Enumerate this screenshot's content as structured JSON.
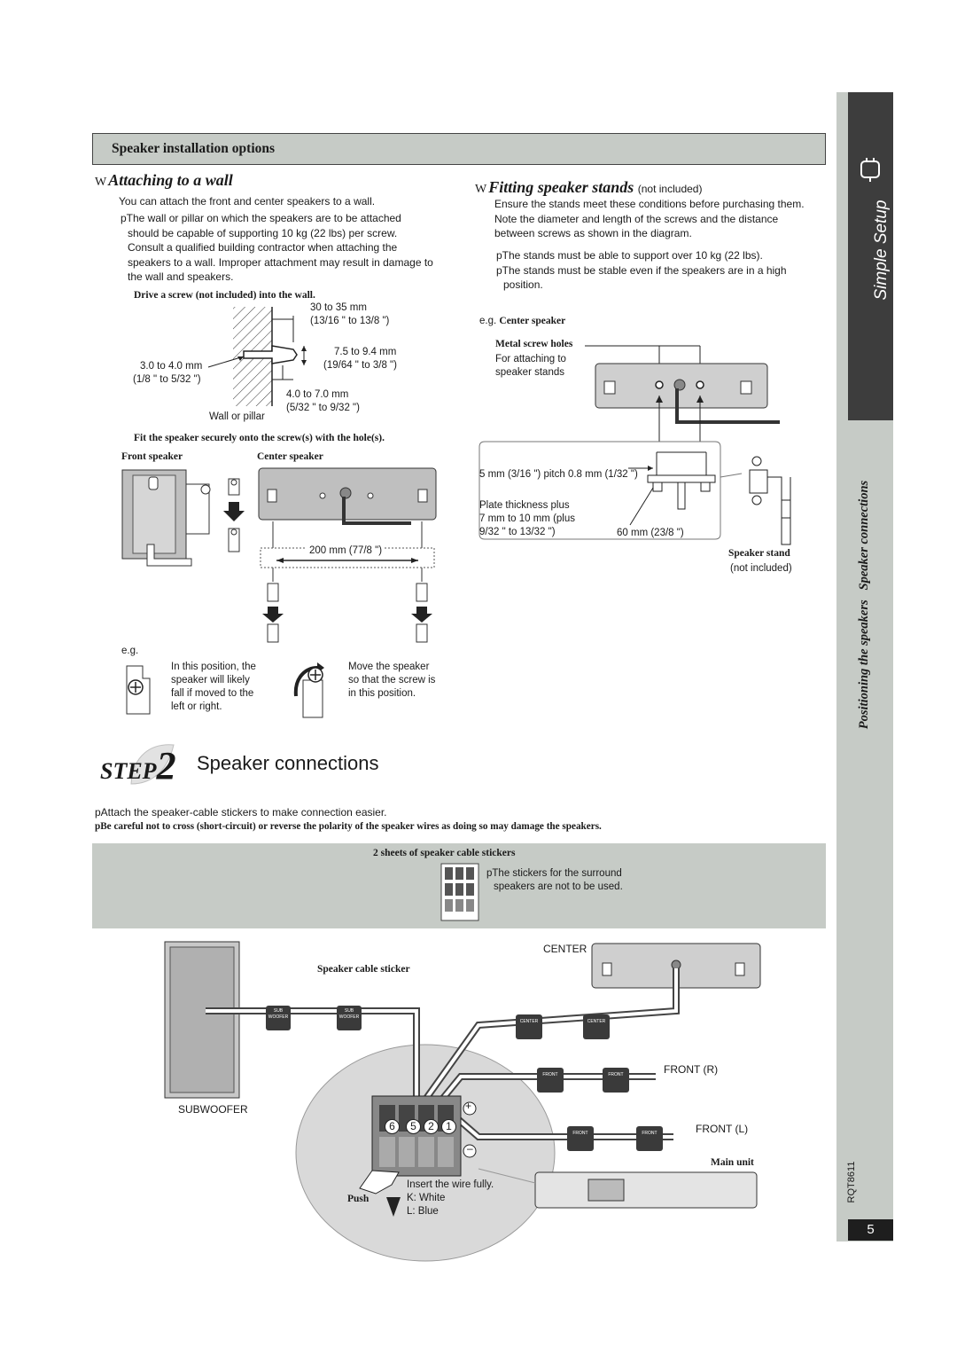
{
  "sidebar": {
    "simple_setup": "Simple Setup",
    "positioning": "Positioning the speakers",
    "speaker_connections": "Speaker connections",
    "doc_code": "RQT8611",
    "page_number": "5"
  },
  "options": {
    "header": "Speaker installation options"
  },
  "wall": {
    "heading": "Attaching to a wall",
    "intro": "You can attach the front and center speakers to a wall.",
    "bullet_lines": [
      "pThe wall or pillar on which the speakers are to be attached",
      "should be capable of supporting 10 kg (22 lbs) per screw.",
      "Consult a qualified building contractor when attaching the",
      "speakers to a wall. Improper attachment may result in damage to",
      "the wall and speakers."
    ],
    "drive_caption": "Drive a screw (not included) into the wall.",
    "dim_30_35": "30  to  35 mm",
    "dim_30_35_in": "(13/16 \" to 13/8 \")",
    "dim_75_94": "7.5  to  9.4 mm",
    "dim_75_94_in": "(19/64 \" to 3/8 \")",
    "dim_30_40": "3.0  to  4.0 mm",
    "dim_30_40_in": "(1/8 \" to 5/32 \")",
    "dim_40_70": "4.0  to  7.0 mm",
    "dim_40_70_in": "(5/32 \" to 9/32 \")",
    "wall_label": "Wall or pillar",
    "fit_caption": "Fit the speaker securely onto the screw(s) with the hole(s).",
    "front_speaker": "Front speaker",
    "center_speaker": "Center speaker",
    "dim_200": "200 mm (77/8 \")",
    "eg": "e.g.",
    "likely_fall_lines": [
      "In this position, the",
      "speaker will likely",
      "fall if moved to the",
      "left or right."
    ],
    "move_lines": [
      "Move the speaker",
      "so that the screw is",
      "in this position."
    ]
  },
  "stands": {
    "heading": "Fitting speaker stands",
    "heading_note": "(not included)",
    "intro_lines": [
      "Ensure the stands meet these conditions before purchasing them.",
      "Note the diameter and length of the screws and the distance",
      "between screws as shown in the diagram."
    ],
    "bullet_lines": [
      "pThe stands must be able to support over 10 kg (22 lbs).",
      "pThe stands must be stable even if the speakers are in a high",
      "position."
    ],
    "eg_center": "e.g.",
    "center_speaker": "Center speaker",
    "metal_screw_holes": "Metal screw holes",
    "for_attaching": [
      "For attaching to",
      "speaker stands"
    ],
    "dim_5mm": "5 mm (3/16 \") pitch 0.8 mm (1/32 \")",
    "plate_lines": [
      "Plate thickness plus",
      "7 mm to 10 mm (plus",
      "9/32 \" to 13/32 \")"
    ],
    "dim_60": "60 mm (23/8 \")",
    "speaker_stand": "Speaker stand",
    "not_included": "(not included)"
  },
  "step2": {
    "step_word": "STEP",
    "step_num": "2",
    "title": "Speaker connections",
    "note1": "pAttach the speaker-cable stickers to make connection easier.",
    "note2": "pBe careful not to cross (short-circuit) or reverse the polarity of the speaker wires as doing so may damage the speakers.",
    "stickers_caption": "2 sheets of speaker cable stickers",
    "stickers_note": [
      "pThe stickers for the surround",
      "speakers are not to be used."
    ]
  },
  "connection": {
    "center": "CENTER",
    "speaker_cable_sticker": "Speaker cable sticker",
    "front_r": "FRONT (R)",
    "front_l": "FRONT (L)",
    "subwoofer": "SUBWOOFER",
    "main_unit": "Main unit",
    "push": "Push",
    "insert_wire": "Insert the wire fully.",
    "k_white": "K: White",
    "l_blue": "L: Blue",
    "terminal_numbers": [
      "6",
      "5",
      "2",
      "1"
    ],
    "plus": "+",
    "minus": "–",
    "sticker_sub": "SUB WOOFER",
    "sticker_center": "CENTER",
    "sticker_front": "FRONT"
  }
}
